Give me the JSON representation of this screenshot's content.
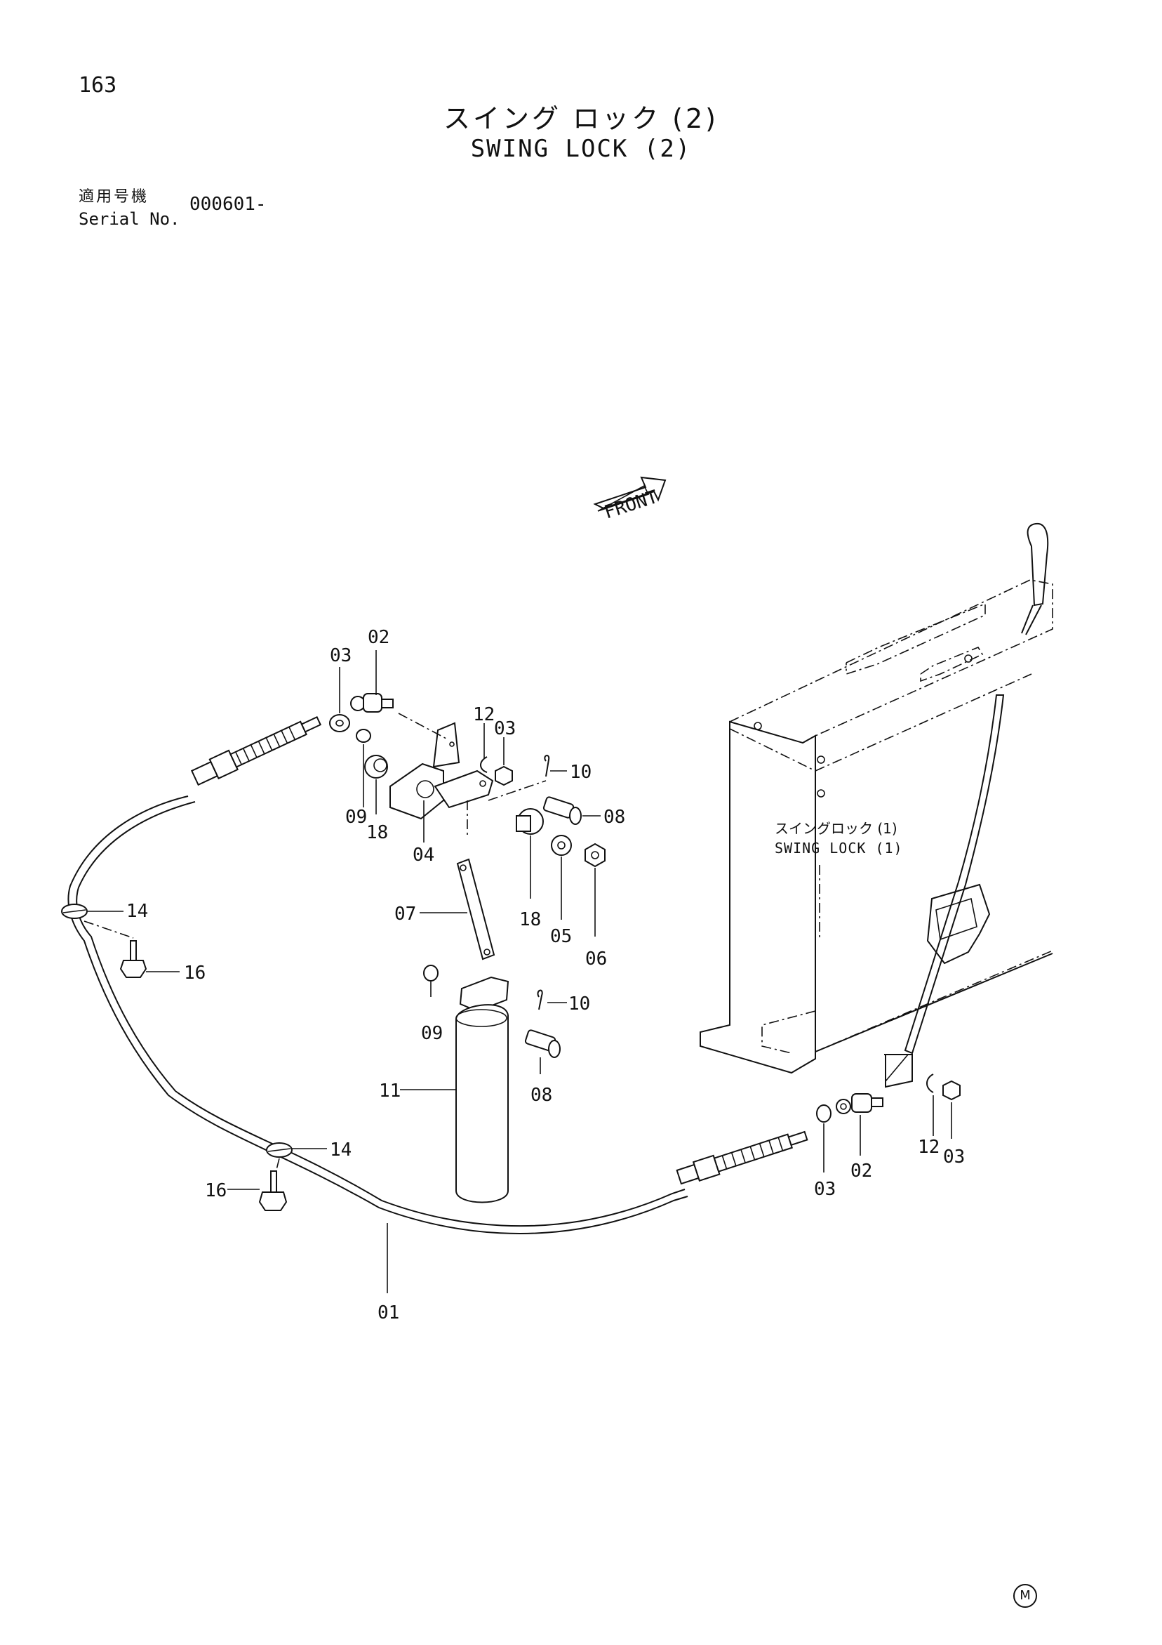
{
  "page_number": "163",
  "title_jp": "スイング ロック (2)",
  "title_en": "SWING LOCK (2)",
  "serial_label_jp": "適用号機",
  "serial_label_en": "Serial No.",
  "serial_value": "000601-",
  "front_marker": "FRONT",
  "reference_jp": "スイングロック (1)",
  "reference_en": "SWING LOCK (1)",
  "maker_mark": "M",
  "callouts": {
    "c01": "01",
    "c02a": "02",
    "c02b": "02",
    "c03a": "03",
    "c03b": "03",
    "c03c": "03",
    "c03d": "03",
    "c04": "04",
    "c05": "05",
    "c06": "06",
    "c07": "07",
    "c08a": "08",
    "c08b": "08",
    "c09a": "09",
    "c09b": "09",
    "c10a": "10",
    "c10b": "10",
    "c11": "11",
    "c12a": "12",
    "c12b": "12",
    "c14a": "14",
    "c14b": "14",
    "c16a": "16",
    "c16b": "16",
    "c18a": "18",
    "c18b": "18"
  }
}
